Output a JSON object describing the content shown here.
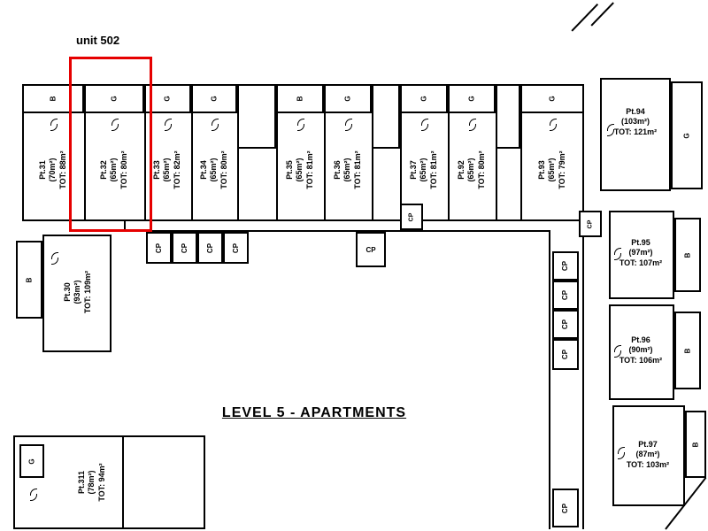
{
  "title": "LEVEL 5 - APARTMENTS",
  "highlight": {
    "label": "unit 502",
    "color": "#e60000"
  },
  "labels": {
    "cp": "CP"
  },
  "units": [
    {
      "name": "Pt.31",
      "area": "(70m²)",
      "total": "TOT: 88m²",
      "letter": "B"
    },
    {
      "name": "Pt.32",
      "area": "(65m²)",
      "total": "TOT: 80m²",
      "letter": "G"
    },
    {
      "name": "Pt.33",
      "area": "(65m²)",
      "total": "TOT: 82m²",
      "letter": "G"
    },
    {
      "name": "Pt.34",
      "area": "(65m²)",
      "total": "TOT: 80m²",
      "letter": "G"
    },
    {
      "name": "Pt.35",
      "area": "(65m²)",
      "total": "TOT: 81m²",
      "letter": "B"
    },
    {
      "name": "Pt.36",
      "area": "(65m²)",
      "total": "TOT: 81m²",
      "letter": "G"
    },
    {
      "name": "Pt.37",
      "area": "(65m²)",
      "total": "TOT: 81m²",
      "letter": "G"
    },
    {
      "name": "Pt.92",
      "area": "(65m²)",
      "total": "TOT: 80m²",
      "letter": "G"
    },
    {
      "name": "Pt.93",
      "area": "(65m²)",
      "total": "TOT: 79m²",
      "letter": "G"
    },
    {
      "name": "Pt.94",
      "area": "(103m²)",
      "total": "TOT: 121m²",
      "letter": "G"
    },
    {
      "name": "Pt.95",
      "area": "(97m²)",
      "total": "TOT: 107m²",
      "letter": "B"
    },
    {
      "name": "Pt.96",
      "area": "(90m²)",
      "total": "TOT: 106m²",
      "letter": "B"
    },
    {
      "name": "Pt.97",
      "area": "(87m²)",
      "total": "TOT: 103m²",
      "letter": "B"
    },
    {
      "name": "Pt.30",
      "area": "(93m²)",
      "total": "TOT: 109m²",
      "letter": "B"
    },
    {
      "name": "Pt.311",
      "area": "(78m²)",
      "total": "TOT: 94m²",
      "letter": "G"
    }
  ]
}
